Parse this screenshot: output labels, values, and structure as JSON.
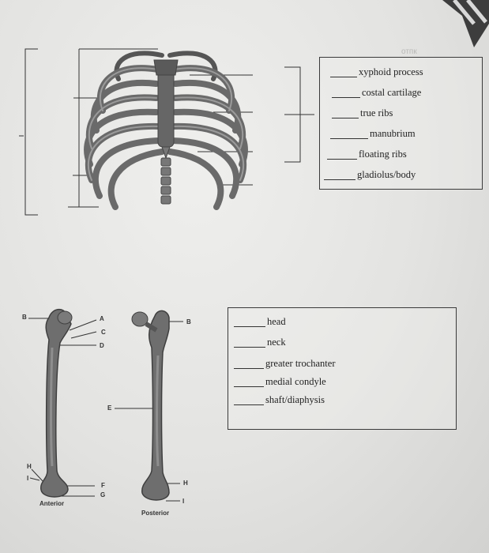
{
  "faint_corner_text": "отпк",
  "rib_terms": [
    "xyphoid process",
    "costal cartilage",
    "true ribs",
    "manubrium",
    "floating ribs",
    "gladiolus/body"
  ],
  "femur_terms": [
    "head",
    "neck",
    "greater trochanter",
    "medial condyle",
    "shaft/diaphysis"
  ],
  "femur_labels": {
    "A": "A",
    "B_left": "B",
    "B_right": "B",
    "C": "C",
    "D": "D",
    "E": "E",
    "F": "F",
    "G": "G",
    "H_left": "H",
    "H_right": "H",
    "I_left": "I",
    "I_right": "I"
  },
  "captions": {
    "anterior": "Anterior",
    "posterior": "Posterior"
  },
  "colors": {
    "bone": "#6f6f6f",
    "bone_dark": "#4a4a4a",
    "line": "#333333"
  }
}
